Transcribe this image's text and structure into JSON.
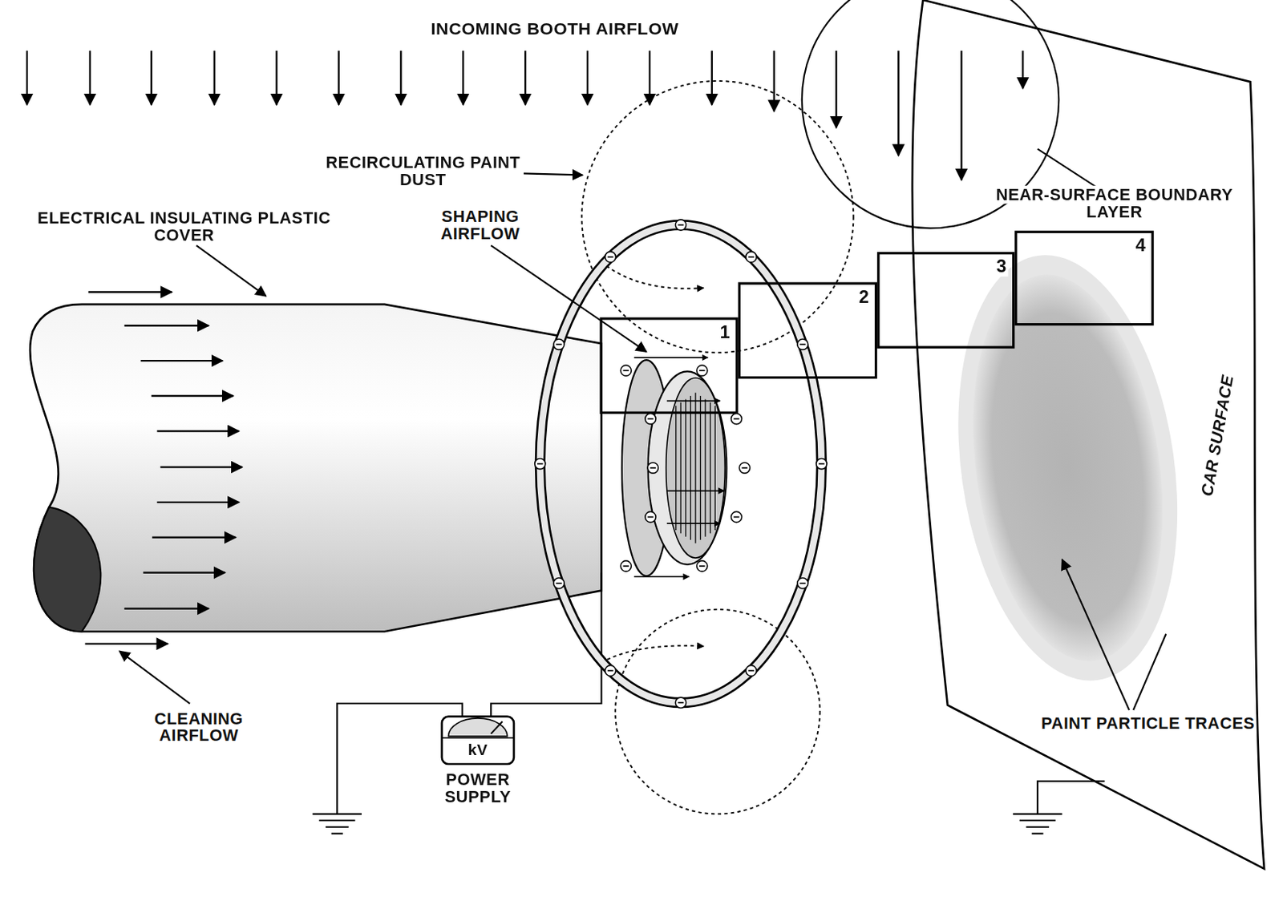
{
  "diagram": {
    "nodes": [
      {
        "text": [
          "1"
        ]
      },
      {
        "text": [
          "2"
        ]
      },
      {
        "text": [
          "3"
        ]
      },
      {
        "text": [
          "4"
        ]
      }
    ],
    "labels": [
      "INCOMING BOOTH AIRFLOW",
      "RECIRCULATING PAINT DUST",
      "ELECTRICAL INSULATING PLASTIC COVER",
      "SHAPING AIRFLOW",
      "NEAR-SURFACE BOUNDARY LAYER",
      "CAR SURFACE",
      "CLEANING AIRFLOW",
      "kV",
      "POWER SUPPLY",
      "PAINT PARTICLE TRACES"
    ]
  }
}
